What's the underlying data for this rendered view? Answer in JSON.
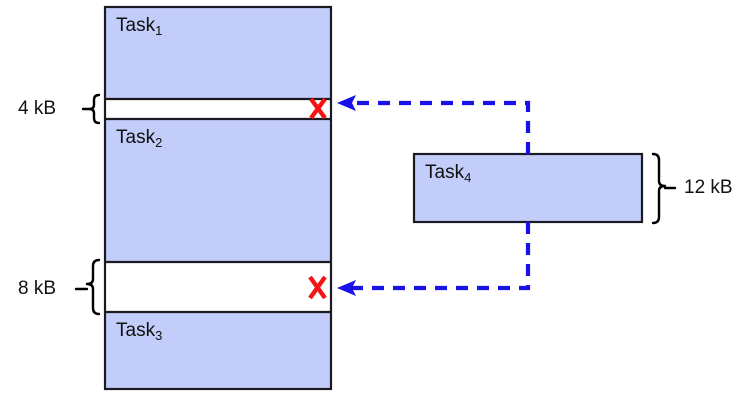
{
  "diagram": {
    "title": "memory-fragmentation-diagram",
    "colors": {
      "block_fill": "#c3cdf9",
      "block_stroke": "#1a1a22",
      "arrow": "#1811e8",
      "x_mark": "#f51414",
      "gap_fill": "#ffffff",
      "text": "#111111"
    },
    "memory": {
      "name": "memory-column",
      "blocks": [
        {
          "id": "task1",
          "label": "Task",
          "sub": "1",
          "kind": "occupied"
        },
        {
          "id": "gap1",
          "label": "",
          "sub": "",
          "kind": "free",
          "size": "4 kB"
        },
        {
          "id": "task2",
          "label": "Task",
          "sub": "2",
          "kind": "occupied"
        },
        {
          "id": "gap2",
          "label": "",
          "sub": "",
          "kind": "free",
          "size": "8 kB"
        },
        {
          "id": "task3",
          "label": "Task",
          "sub": "3",
          "kind": "occupied"
        }
      ]
    },
    "size_labels": {
      "gap1": "4 kB",
      "gap2": "8 kB",
      "incoming": "12 kB"
    },
    "incoming_task": {
      "id": "task4",
      "label": "Task",
      "sub": "4",
      "size": "12 kB"
    },
    "markers": [
      {
        "id": "x-mark-gap1",
        "glyph": "X",
        "meaning": "does-not-fit"
      },
      {
        "id": "x-mark-gap2",
        "glyph": "X",
        "meaning": "does-not-fit"
      }
    ],
    "arrows": [
      {
        "id": "arrow-to-gap1",
        "from": "task4",
        "to": "gap1",
        "style": "dashed"
      },
      {
        "id": "arrow-to-gap2",
        "from": "task4",
        "to": "gap2",
        "style": "dashed"
      }
    ]
  }
}
